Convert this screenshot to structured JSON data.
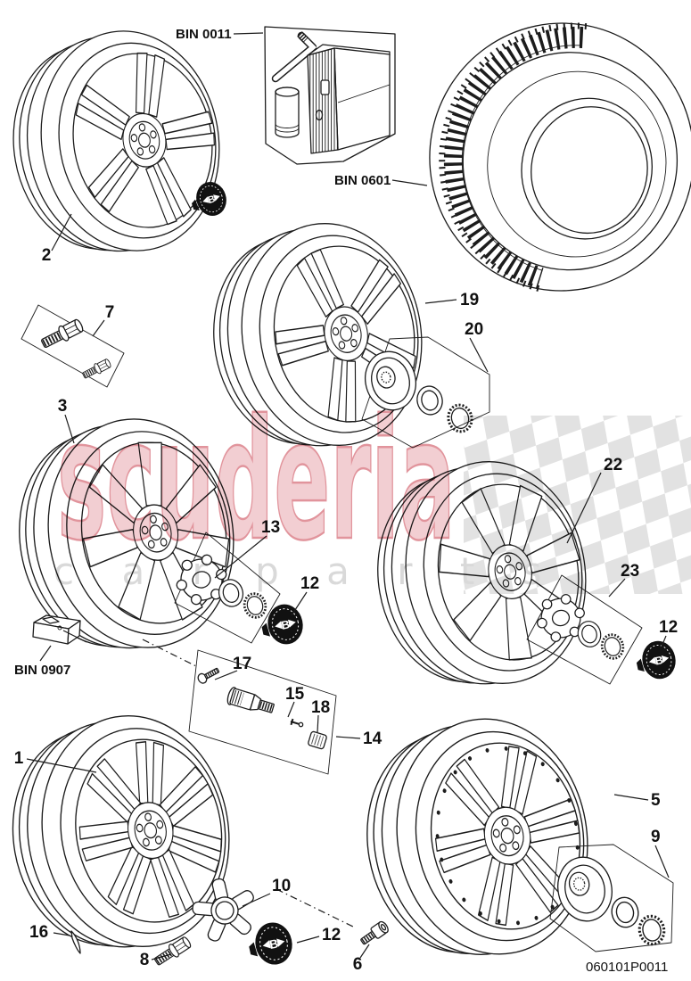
{
  "branding": {
    "cap_logo": "B"
  },
  "watermark": {
    "title": "scuderia",
    "subtitle": "c a r p a r t s",
    "title_fill": "#f2ced2",
    "title_outline": "#e1949c",
    "subtitle_color": "#d9d9d9",
    "flag_color": "#e2e2e2"
  },
  "colors": {
    "line": "#1c1c1c",
    "cap": "#111111",
    "background": "#ffffff"
  },
  "labels": {
    "wheel_2": "2",
    "toolkit_bin": "BIN 0011",
    "tire_bin": "BIN 0601",
    "wheel_19": "19",
    "hubcap_kit_20": "20",
    "wheel_bolts_7": "7",
    "wheel_3": "3",
    "retainer_kit_13": "13",
    "center_cap_12": "12",
    "sensor_bin": "BIN 0907",
    "valve_screw_17": "17",
    "valve_core_15": "15",
    "valve_cap_18": "18",
    "valve_kit_14": "14",
    "wheel_22": "22",
    "retainer_kit_23": "23",
    "wheel_1": "1",
    "balance_weight_16": "16",
    "wheel_bolt_8": "8",
    "spider_cap_10": "10",
    "socket_bolt_6": "6",
    "wheel_5": "5",
    "hubcap_kit_9": "9"
  },
  "footer": {
    "drawing_code": "060101P0011"
  }
}
